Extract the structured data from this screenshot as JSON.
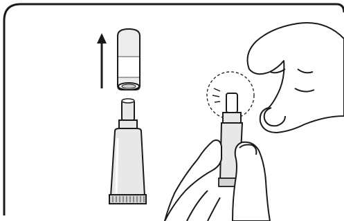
{
  "diagram": {
    "colors": {
      "stroke": "#1a1a1a",
      "cap_fill": "#ececec",
      "cap_band": "#ffffff",
      "tube_fill": "#e8e8e8",
      "tube_shade": "#d4d4d4",
      "background": "#ffffff"
    },
    "icons": {
      "panel": "rounded-frame",
      "arrow": "arrow-up-icon",
      "cap": "tube-cap",
      "tube": "ointment-tube",
      "hands": "hands-squeezing-tube",
      "highlight": "dashed-circle-icon"
    }
  }
}
